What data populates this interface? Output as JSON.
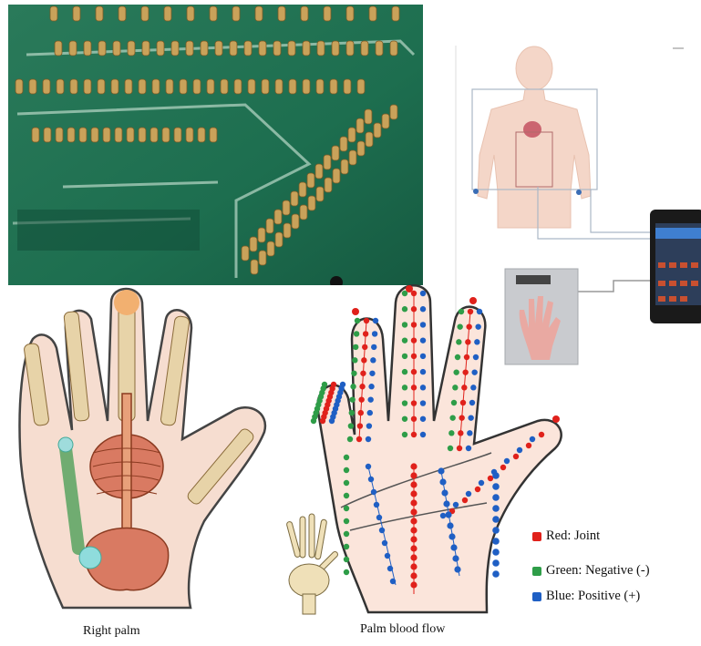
{
  "legend": {
    "items": [
      {
        "label": "Red: Joint",
        "color": "#e0211b"
      },
      {
        "label": "Green: Negative (-)",
        "color": "#2e9d48"
      },
      {
        "label": "Blue: Positive (+)",
        "color": "#1f5fc4"
      }
    ]
  },
  "captions": {
    "right_palm": "Right palm",
    "palm_blood_flow": "Palm blood flow"
  },
  "phone_screen_tag": "",
  "colors": {
    "pcb_green": "#1d6e4f",
    "skin": "#f6ddd0",
    "bone": "#e7d3a8",
    "organ": "#d97a62"
  }
}
